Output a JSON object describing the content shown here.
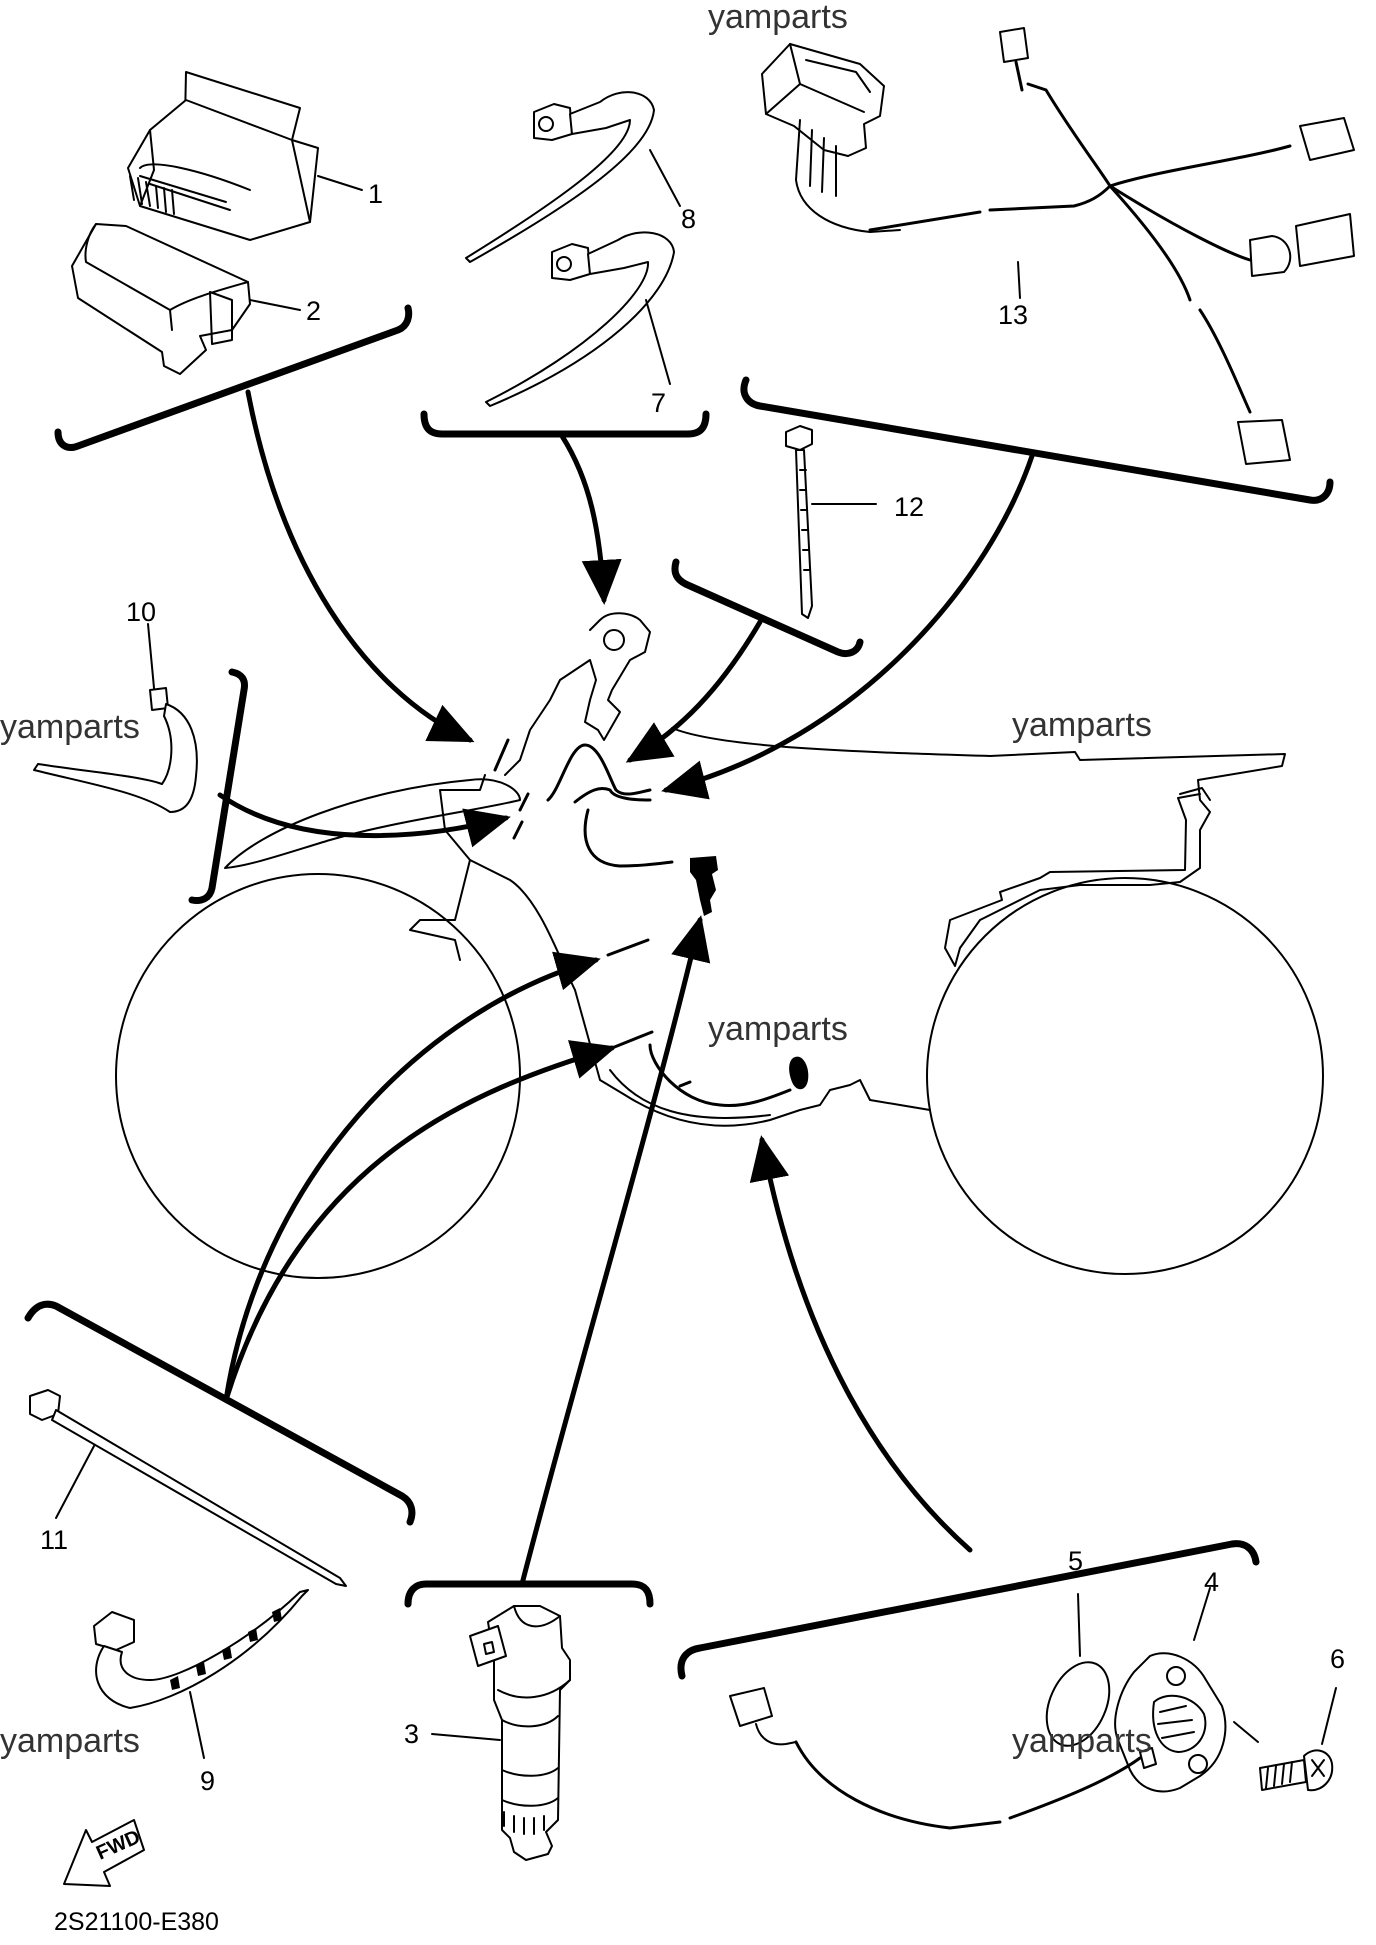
{
  "watermarks": [
    "yamparts",
    "yamparts",
    "yamparts",
    "yamparts",
    "yamparts",
    "yamparts"
  ],
  "callouts": {
    "p1": "1",
    "p2": "2",
    "p3": "3",
    "p4": "4",
    "p5": "5",
    "p6": "6",
    "p7": "7",
    "p8": "8",
    "p9": "9",
    "p10": "10",
    "p11": "11",
    "p12": "12",
    "p13": "13"
  },
  "fwd_label": "FWD",
  "diagram_code": "2S21100-E380"
}
